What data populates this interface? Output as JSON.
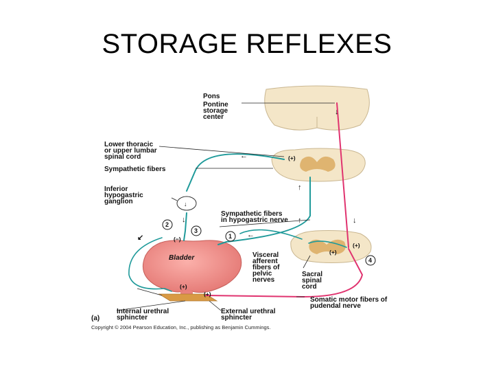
{
  "title": "STORAGE REFLEXES",
  "colors": {
    "sympathetic": "#1f9a9a",
    "somatic": "#e0336f",
    "bladder": "#f08a86",
    "cord": "#f4e6c8",
    "gray_matter": "#d9a85a",
    "leader": "#222222"
  },
  "labels": {
    "pons": "Pons",
    "pontine_1": "Pontine",
    "pontine_2": "storage",
    "pontine_3": "center",
    "lower_1": "Lower thoracic",
    "lower_2": "or upper lumbar",
    "lower_3": "spinal cord",
    "symp_fibers": "Sympathetic fibers",
    "inf_1": "Inferior",
    "inf_2": "hypogastric",
    "inf_3": "ganglion",
    "symp_hypo_1": "Sympathetic fibers",
    "symp_hypo_2": "in hypogastric nerve",
    "bladder": "Bladder",
    "visc_1": "Visceral",
    "visc_2": "afferent",
    "visc_3": "fibers of",
    "visc_4": "pelvic",
    "visc_5": "nerves",
    "sacral_1": "Sacral",
    "sacral_2": "spinal",
    "sacral_3": "cord",
    "somatic_1": "Somatic motor fibers of",
    "somatic_2": "pudendal nerve",
    "internal_1": "Internal urethral",
    "internal_2": "sphincter",
    "external_1": "External urethral",
    "external_2": "sphincter",
    "panel": "(a)",
    "copyright": "Copyright © 2004 Pearson Education, Inc., publishing as Benjamin Cummings."
  },
  "markers": {
    "plus": "(+)",
    "minus": "(−)",
    "step1": "1",
    "step2": "2",
    "step3": "3",
    "step4": "4"
  }
}
